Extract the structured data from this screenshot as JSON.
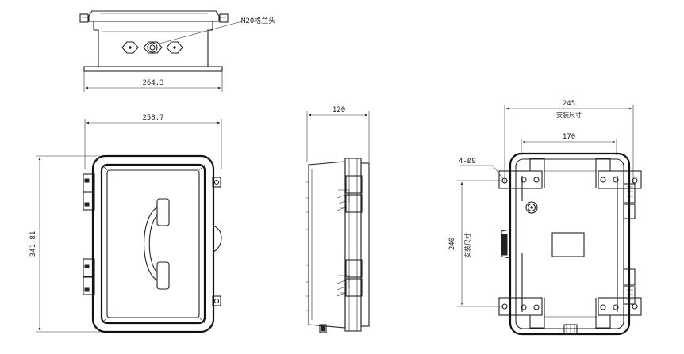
{
  "dimensions": {
    "top_width": "264.3",
    "front_width": "258.7",
    "front_height": "341.81",
    "side_depth": "120",
    "back_mount_width": "245",
    "back_mount_width_note": "安装尺寸",
    "back_inner_width": "170",
    "back_mount_height": "240",
    "back_mount_height_note": "安装尺寸",
    "hole_spec": "4-Ø9"
  },
  "callouts": {
    "cable_gland": "M20格兰头"
  },
  "icons": {
    "handset": "telephone-handset-icon",
    "gland": "cable-gland-icon",
    "knob": "knurled-knob-icon"
  }
}
